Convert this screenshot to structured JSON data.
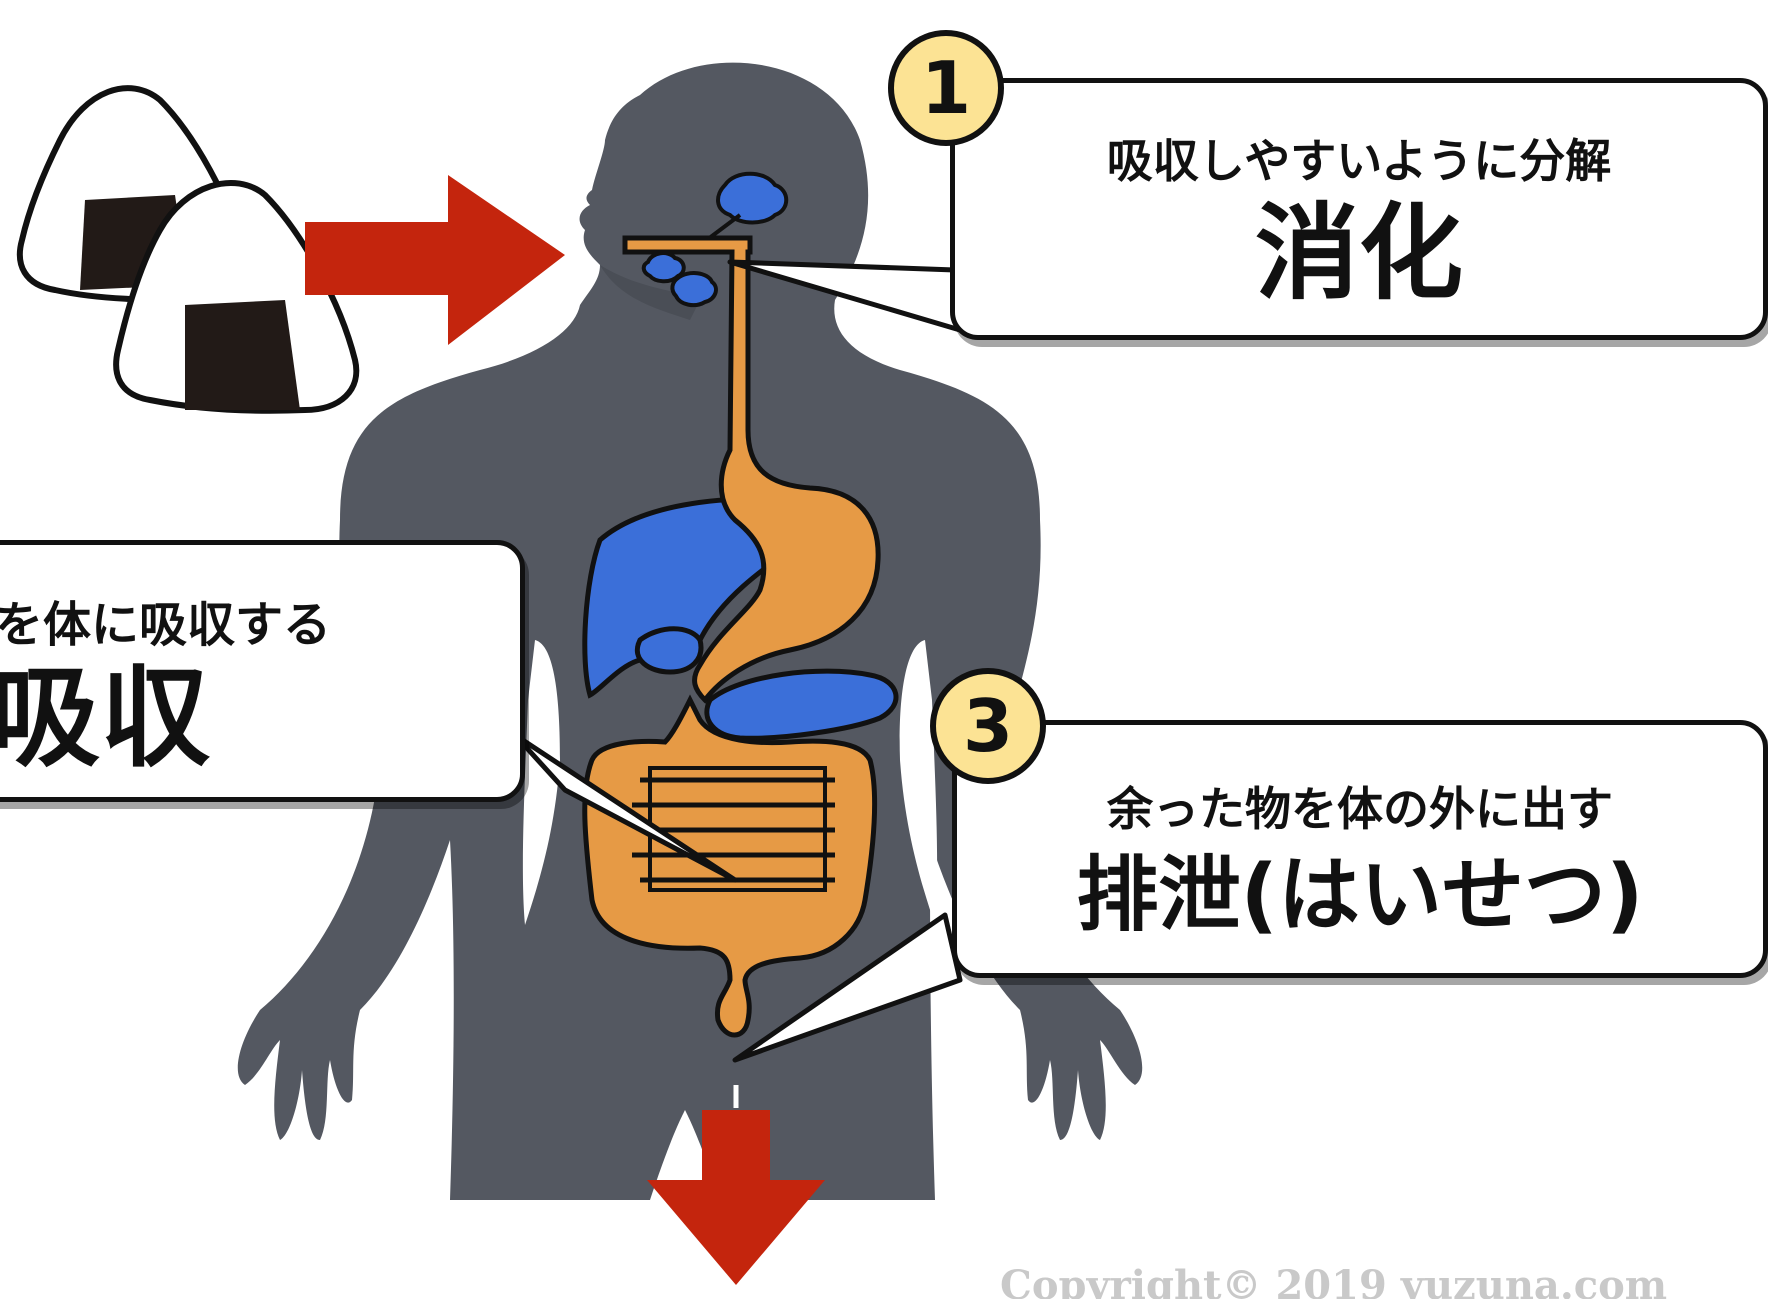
{
  "callouts": [
    {
      "id": "digestion",
      "number": "1",
      "subtitle": "吸収しやすいように分解",
      "title": "消化"
    },
    {
      "id": "absorption",
      "number": "",
      "subtitle": "を体に吸収する",
      "title": "吸収"
    },
    {
      "id": "excretion",
      "number": "3",
      "subtitle": "余った物を体の外に出す",
      "title": "排泄(はいせつ)"
    }
  ],
  "copyright": "Copyright© 2019 yuzuna.com",
  "colors": {
    "body": "#545861",
    "digestive_tract": "#e69a45",
    "organs": "#3b6fd9",
    "arrow": "#c4250d",
    "badge": "#fce394"
  },
  "icons": [
    "onigiri-icon",
    "onigiri-icon"
  ]
}
